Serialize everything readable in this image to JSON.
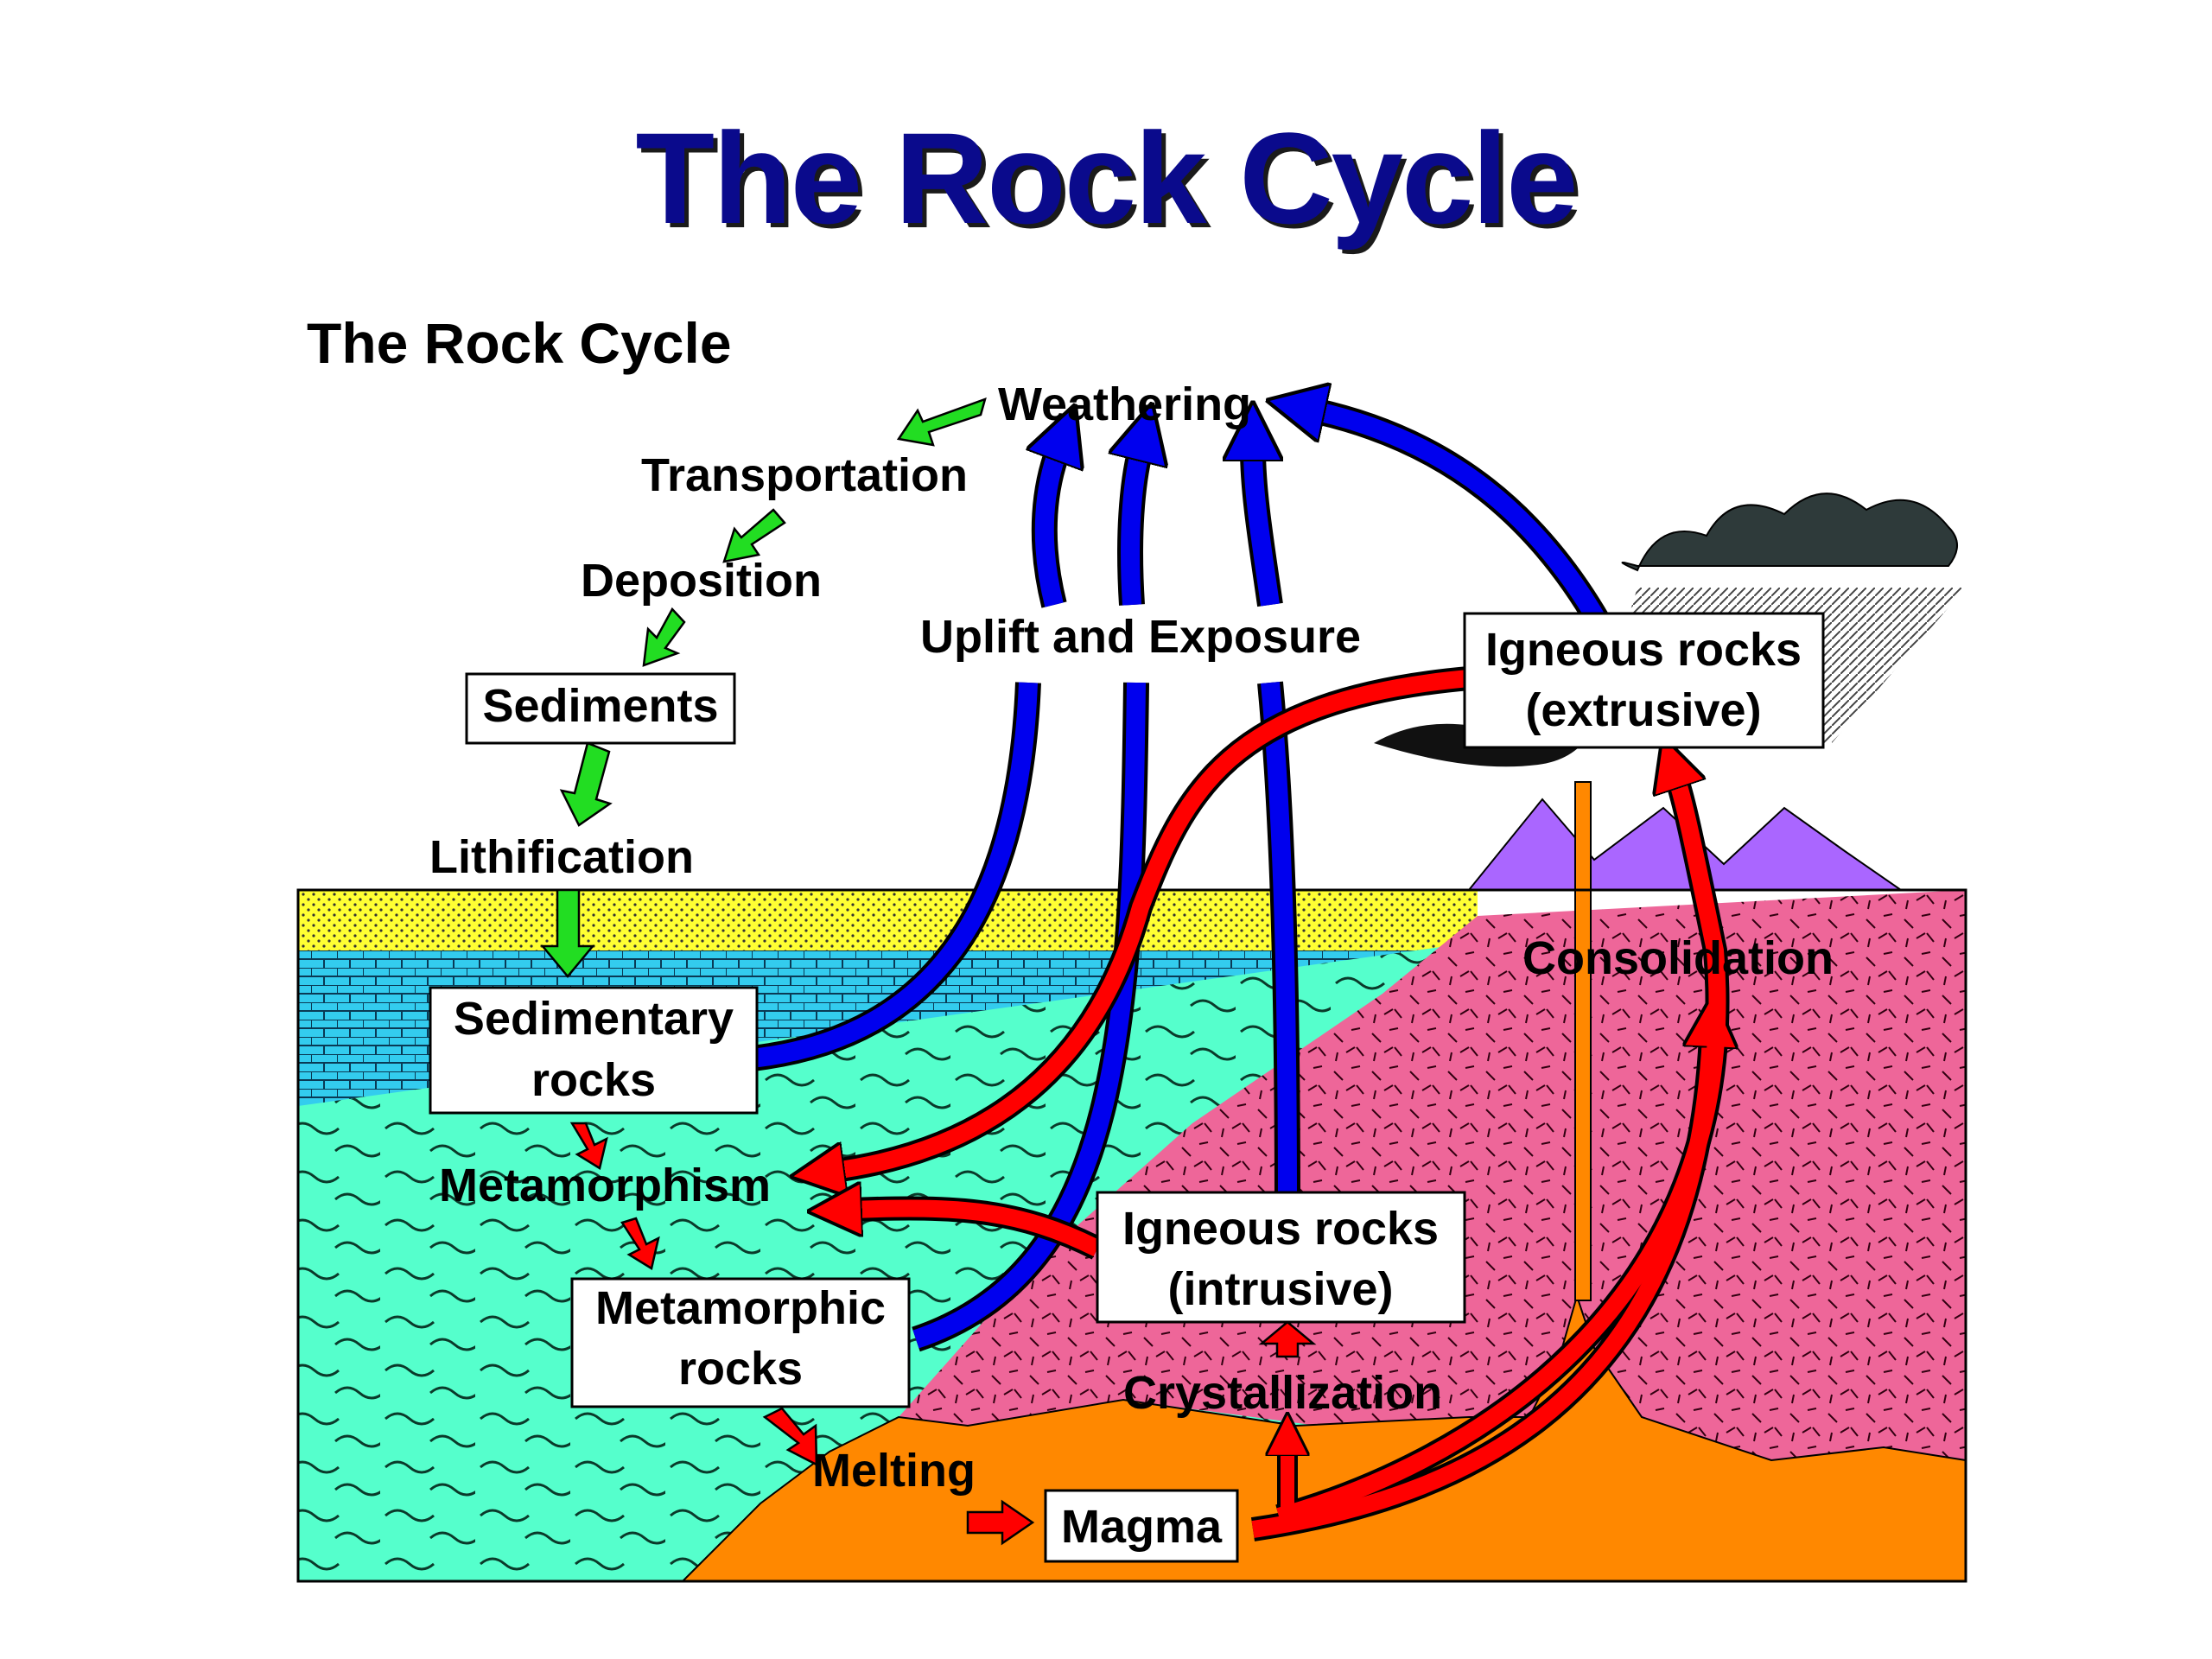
{
  "slide": {
    "title": "The Rock Cycle"
  },
  "diagram": {
    "heading": "The Rock Cycle",
    "labels": {
      "weathering": "Weathering",
      "transportation": "Transportation",
      "deposition": "Deposition",
      "sediments": "Sediments",
      "lithification": "Lithification",
      "sedimentary_1": "Sedimentary",
      "sedimentary_2": "rocks",
      "metamorphism": "Metamorphism",
      "metamorphic_1": "Metamorphic",
      "metamorphic_2": "rocks",
      "melting": "Melting",
      "magma": "Magma",
      "crystallization": "Crystallization",
      "igneous_intrusive_1": "Igneous rocks",
      "igneous_intrusive_2": "(intrusive)",
      "igneous_extrusive_1": "Igneous rocks",
      "igneous_extrusive_2": "(extrusive)",
      "consolidation": "Consolidation",
      "uplift": "Uplift and Exposure"
    },
    "colors": {
      "title_blue": "#0a0a8c",
      "surface_process_arrows": "#22dd22",
      "uplift_arrows": "#0000ee",
      "heat_arrows": "#ff0000",
      "sediment_yellow": "#ffff33",
      "limestone_cyan": "#33ccee",
      "metamorphic_teal": "#55ffcc",
      "igneous_pink": "#ee6699",
      "magma_orange": "#ff8800",
      "volcano_purple": "#aa66ff"
    }
  }
}
